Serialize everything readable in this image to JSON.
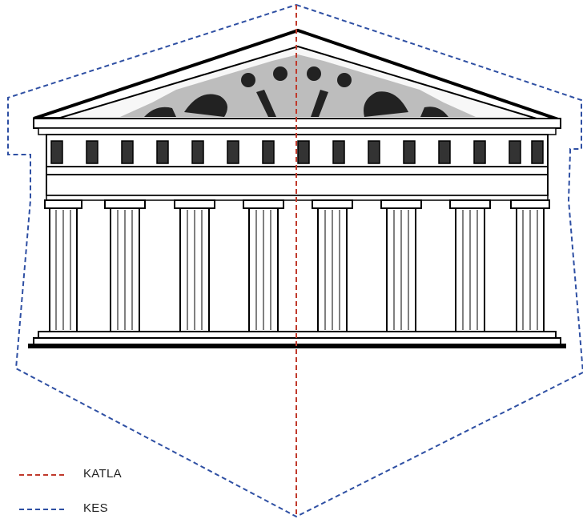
{
  "diagram": {
    "subject": "temple-facade",
    "legend": [
      {
        "label": "KATLA",
        "color": "#c0392b",
        "line": "dashed"
      },
      {
        "label": "KES",
        "color": "#2e4fa3",
        "line": "dashed"
      }
    ]
  }
}
